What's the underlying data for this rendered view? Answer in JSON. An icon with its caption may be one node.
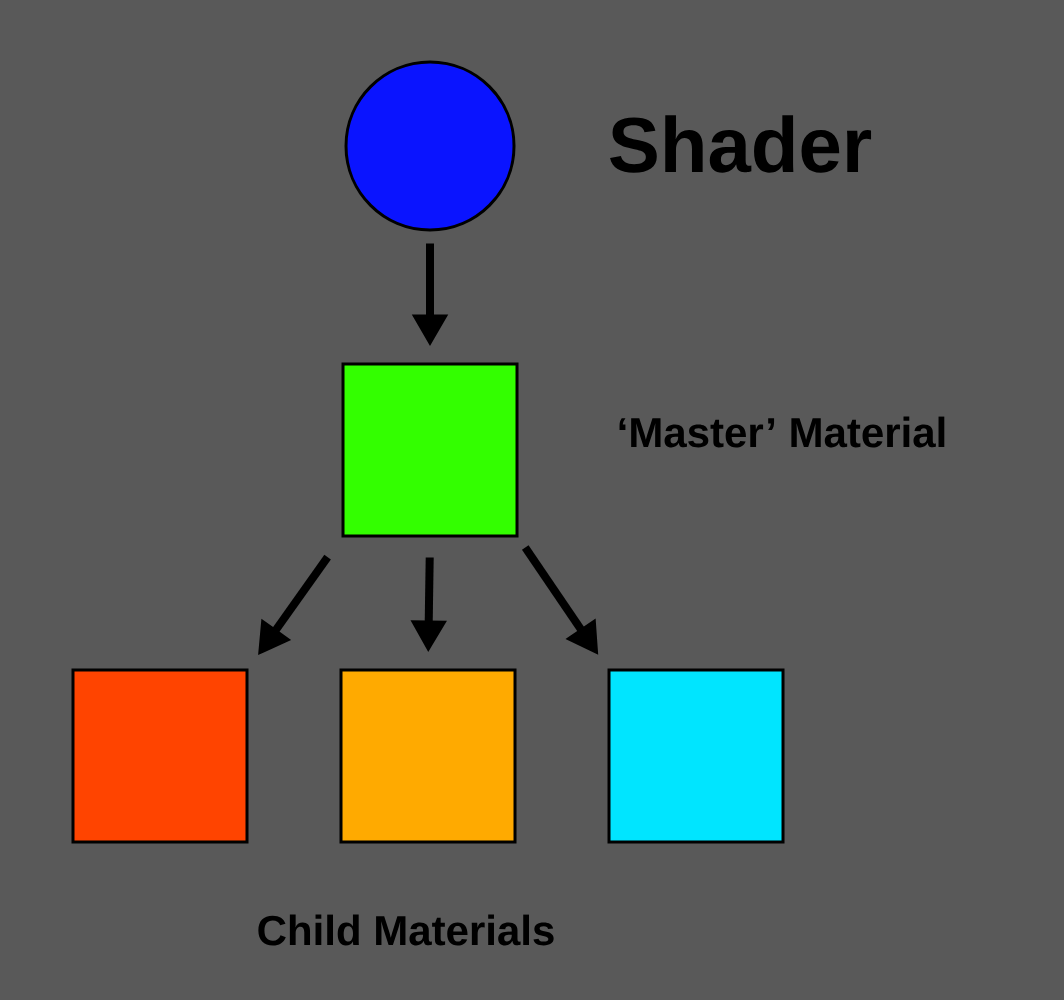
{
  "diagram": {
    "nodes": [
      {
        "text": [],
        "shape": "circle",
        "beside": [
          "Shader"
        ]
      },
      {
        "text": [],
        "shape": "box",
        "beside": [
          "‘Master’ Material"
        ]
      },
      {
        "text": [],
        "shape": "box"
      },
      {
        "text": [],
        "shape": "box"
      },
      {
        "text": [],
        "shape": "box"
      }
    ],
    "edges": [
      {
        "from": 0,
        "to": 1,
        "arrow": "to"
      },
      {
        "from": 1,
        "to": 2,
        "arrow": "to"
      },
      {
        "from": 1,
        "to": 3,
        "arrow": "to"
      },
      {
        "from": 1,
        "to": 4,
        "arrow": "to"
      }
    ],
    "labels": [
      "Child Materials"
    ]
  }
}
